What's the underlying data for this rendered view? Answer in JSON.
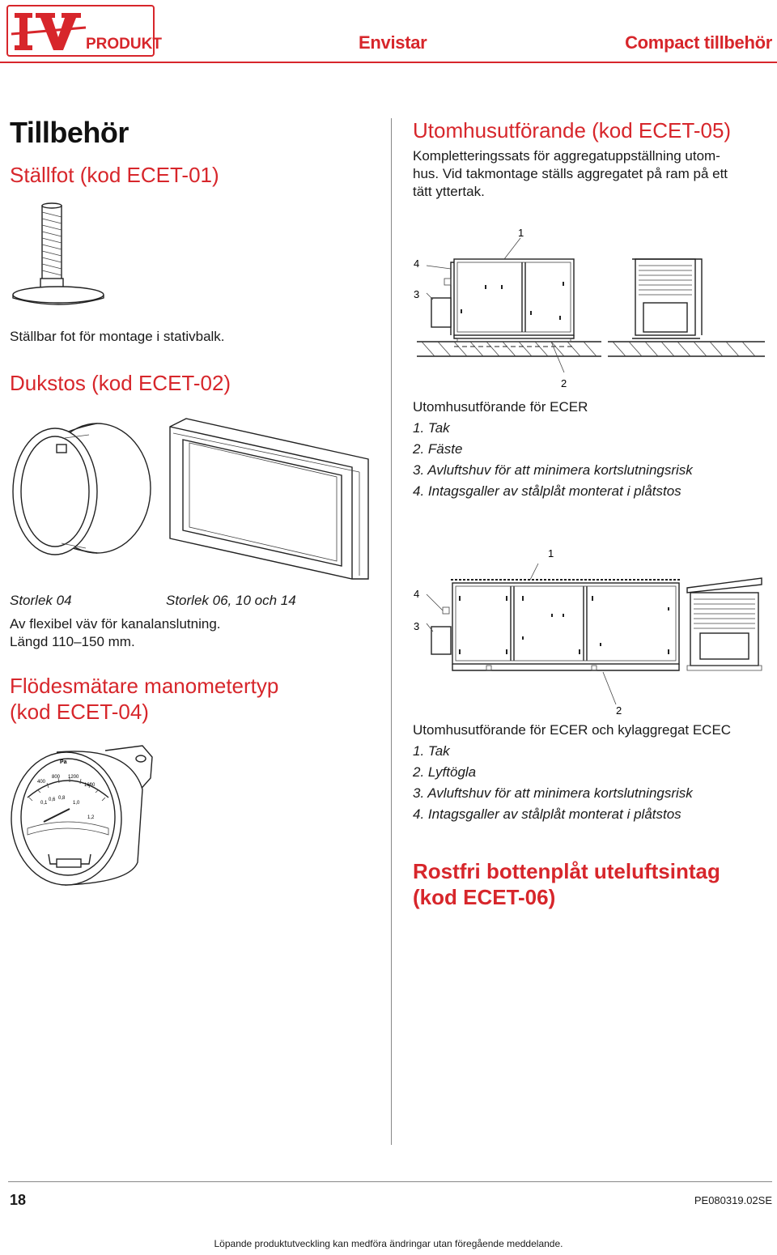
{
  "header": {
    "logo_text": "PRODUKT",
    "section": "Envistar",
    "chapter": "Compact tillbehör"
  },
  "left": {
    "title": "Tillbehör",
    "s1_heading": "Ställfot (kod ECET-01)",
    "s1_caption": "Ställbar fot för montage i stativbalk.",
    "s2_heading": "Dukstos (kod ECET-02)",
    "s2_label_a": "Storlek 04",
    "s2_label_b": "Storlek 06, 10 och 14",
    "s2_text_1": "Av flexibel väv för kanalanslutning.",
    "s2_text_2": "Längd 110–150 mm.",
    "s3_heading_1": "Flödesmätare manometertyp",
    "s3_heading_2": "(kod ECET-04)",
    "gauge": {
      "unit": "Pa",
      "ticks_upper": [
        "400",
        "800",
        "1200",
        "1600"
      ],
      "ticks_lower": [
        "0,1",
        "0,6",
        "0,8",
        "1,0",
        "1,2"
      ]
    }
  },
  "right": {
    "s5_heading": "Utomhusutförande (kod ECET-05)",
    "s5_text_1": "Kompletteringssats för aggregatuppställning utom-",
    "s5_text_2": "hus. Vid takmontage ställs aggregatet på ram på ett",
    "s5_text_3": "tätt yttertak.",
    "fig1": {
      "callouts": [
        "1",
        "4",
        "3",
        "2"
      ],
      "caption_title": "Utomhusutförande för ECER",
      "items": [
        "1. Tak",
        "2. Fäste",
        "3. Avluftshuv för att minimera kortslutningsrisk",
        "4. Intagsgaller av stålplåt monterat i plåtstos"
      ]
    },
    "fig2": {
      "callouts": [
        "1",
        "4",
        "3",
        "2"
      ],
      "caption_title": "Utomhusutförande för ECER och kylaggregat ECEC",
      "items": [
        "1. Tak",
        "2. Lyftögla",
        "3. Avluftshuv för att minimera kortslutningsrisk",
        "4. Intagsgaller av stålplåt monterat i plåtstos"
      ]
    },
    "s6_heading_1": "Rostfri bottenplåt uteluftsintag",
    "s6_heading_2": "(kod ECET-06)"
  },
  "footer": {
    "page_number": "18",
    "doc_code": "PE080319.02SE",
    "disclaimer": "Löpande produktutveckling kan medföra ändringar utan föregående meddelande."
  },
  "colors": {
    "accent": "#d7262b",
    "text": "#1a1a1a",
    "rule": "#888888"
  }
}
